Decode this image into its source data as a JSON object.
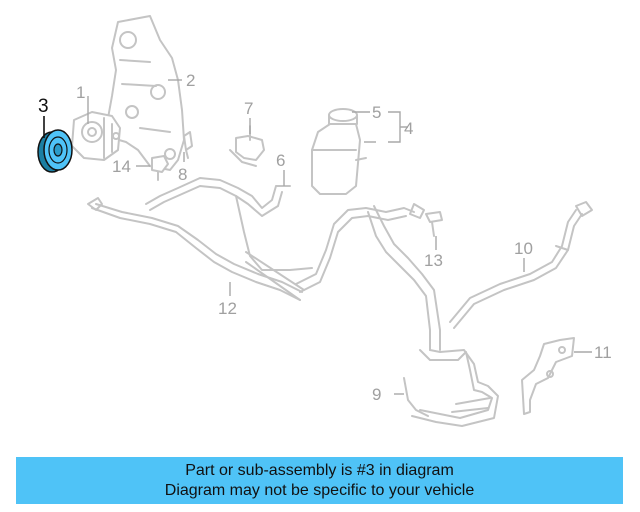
{
  "highlight_color": "#4fc3f7",
  "callouts": {
    "c1": "1",
    "c2": "2",
    "c3": "3",
    "c4": "4",
    "c5": "5",
    "c6": "6",
    "c7": "7",
    "c8": "8",
    "c9": "9",
    "c10": "10",
    "c11": "11",
    "c12": "12",
    "c13": "13",
    "c14": "14"
  },
  "banner": {
    "line1": "Part or sub-assembly is #3 in diagram",
    "line2": "Diagram may not be specific to your vehicle"
  }
}
